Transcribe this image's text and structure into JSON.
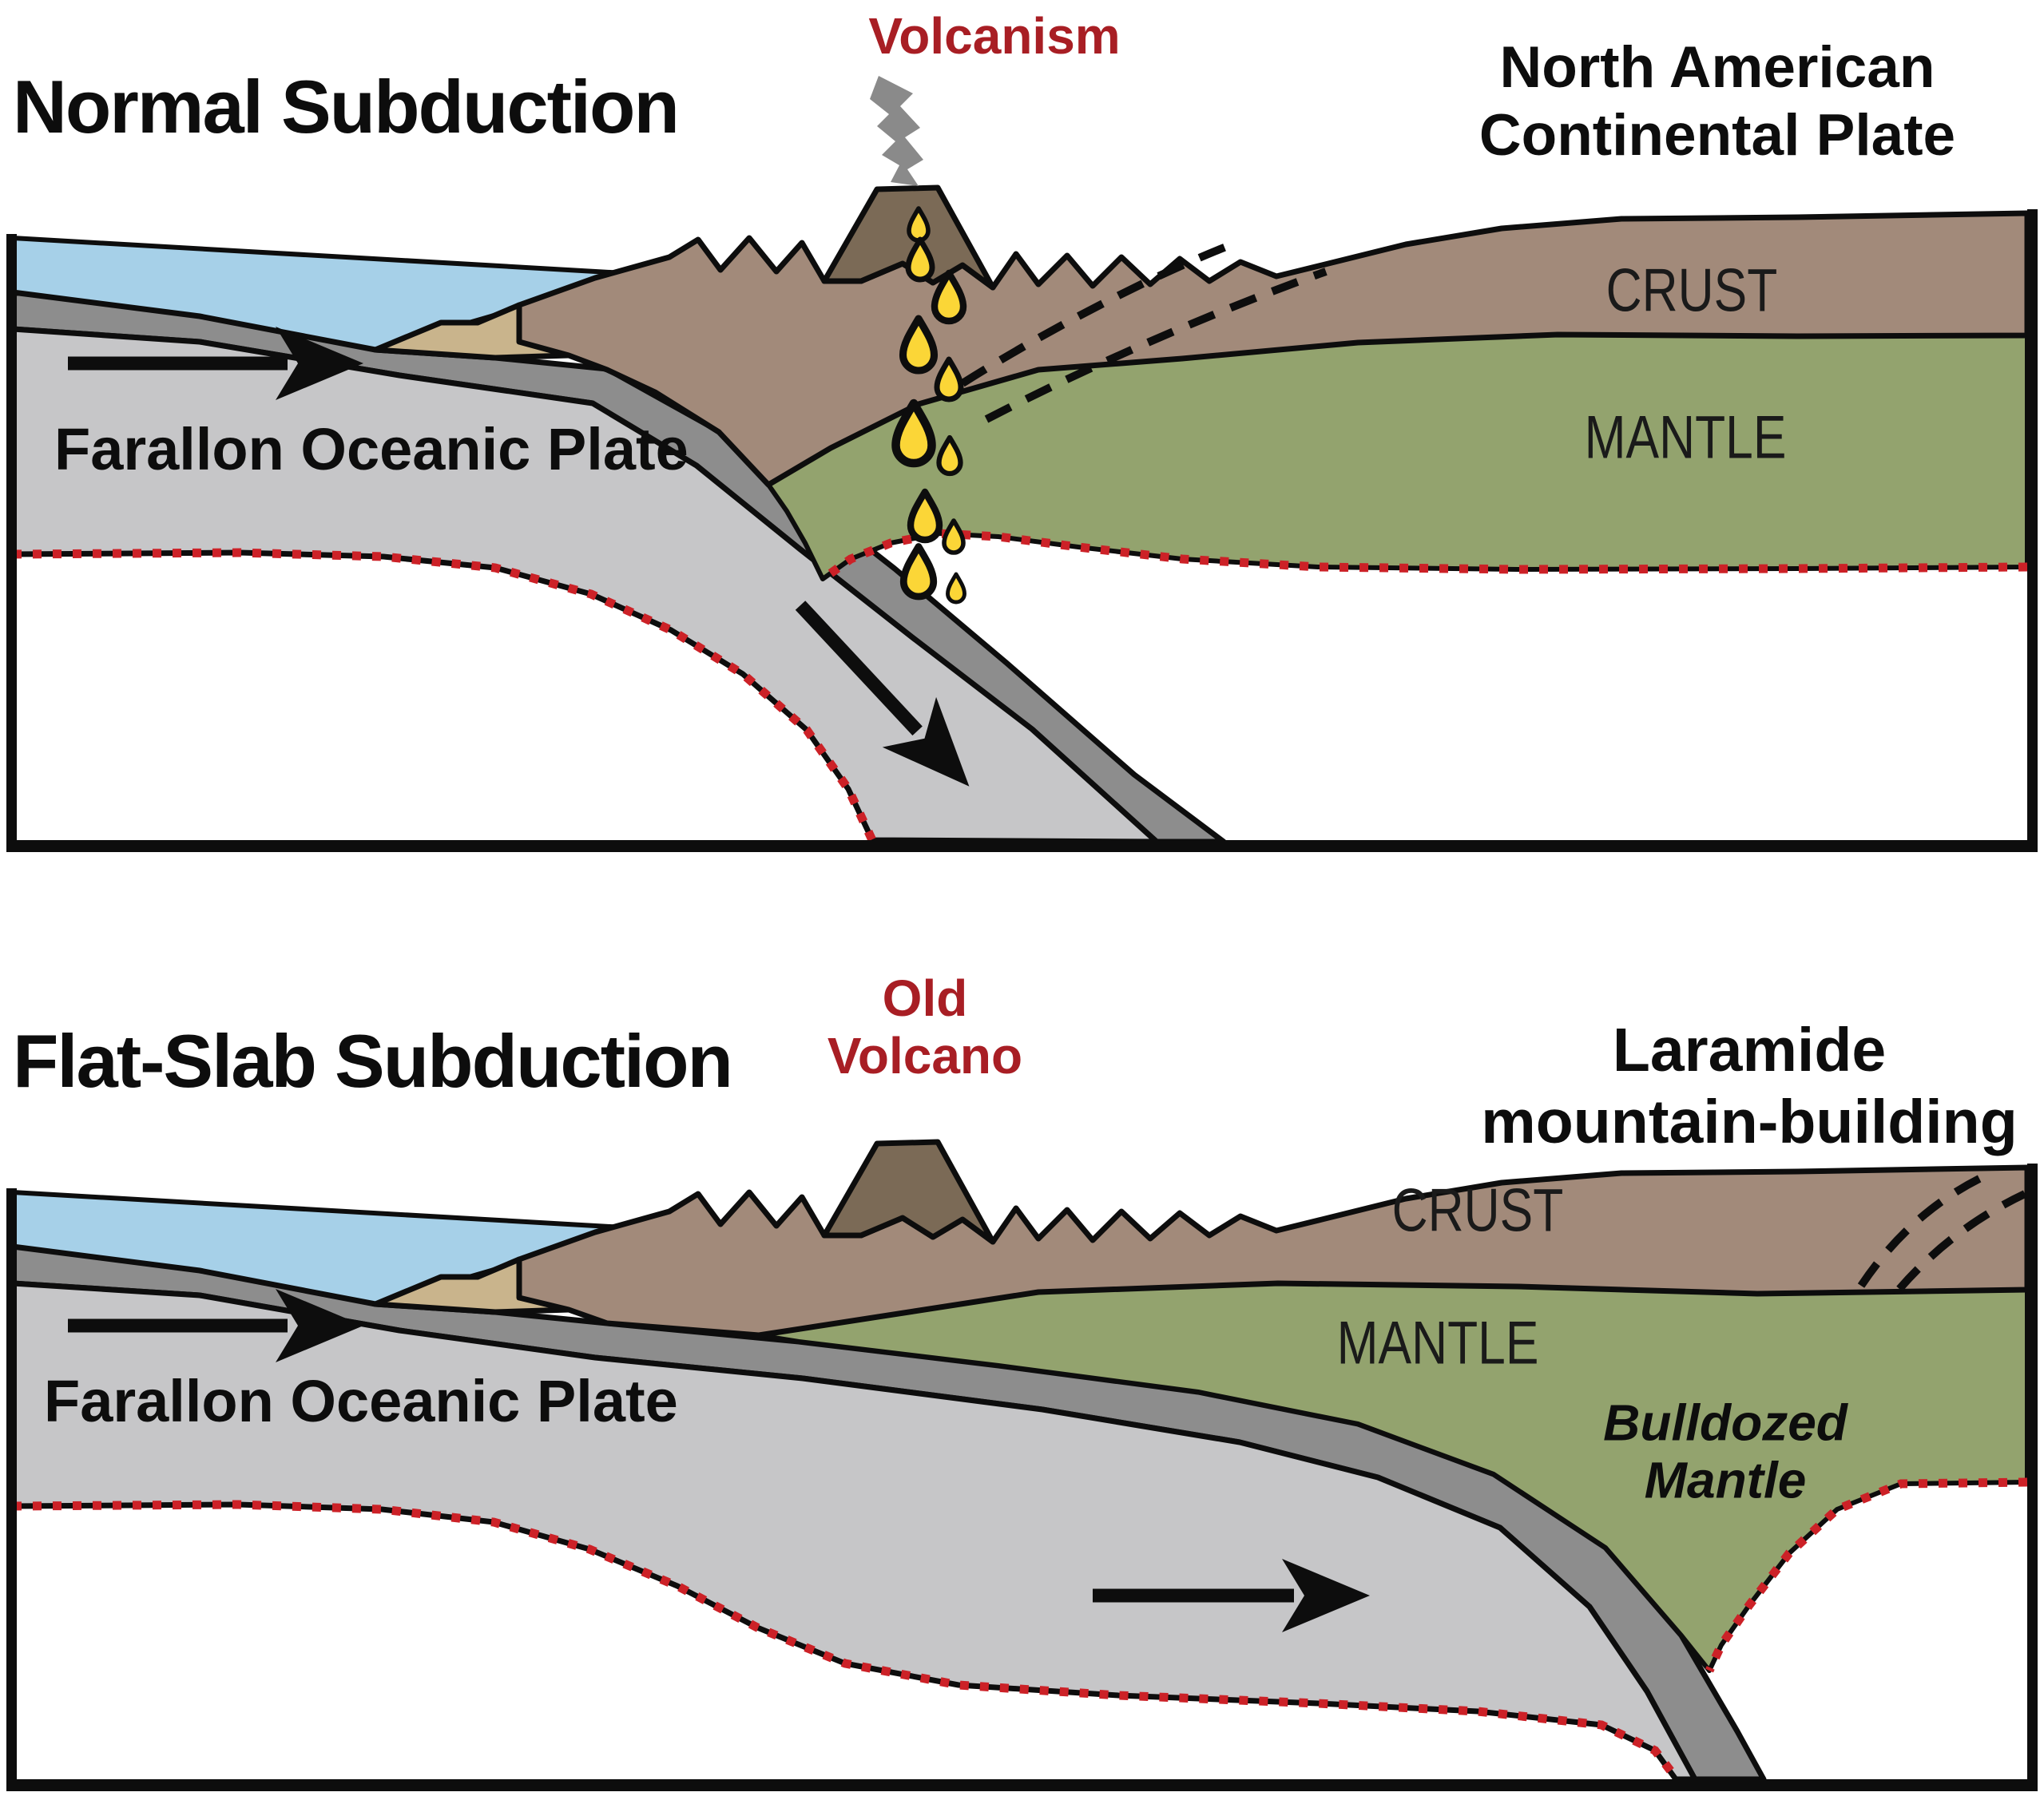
{
  "colors": {
    "ocean_blue": "#a6d0e8",
    "sand_tan": "#c9b48c",
    "crust_brown": "#a28a7a",
    "volcano_brown": "#7b6a56",
    "mantle_green": "#93a36e",
    "oceanic_crust_gray": "#8d8d8d",
    "plate_gray": "#c6c6c8",
    "magma_yellow": "#fbd637",
    "smoke_gray": "#8a8a8a",
    "asthenosphere_red": "#cc2127",
    "label_red": "#a81e24",
    "text_black": "#0d0d0d"
  },
  "panel1": {
    "title": "Normal Subduction",
    "volcanism_label": "Volcanism",
    "plate_label_line1": "North American",
    "plate_label_line2": "Continental Plate",
    "crust_label": "CRUST",
    "mantle_label": "MANTLE",
    "oceanic_plate_label": "Farallon Oceanic Plate"
  },
  "panel2": {
    "title": "Flat-Slab Subduction",
    "volcano_label_line1": "Old",
    "volcano_label_line2": "Volcano",
    "orogeny_label_line1": "Laramide",
    "orogeny_label_line2": "mountain-building",
    "crust_label": "CRUST",
    "mantle_label": "MANTLE",
    "bulldozed_label_line1": "Bulldozed",
    "bulldozed_label_line2": "Mantle",
    "oceanic_plate_label": "Farallon Oceanic Plate"
  }
}
